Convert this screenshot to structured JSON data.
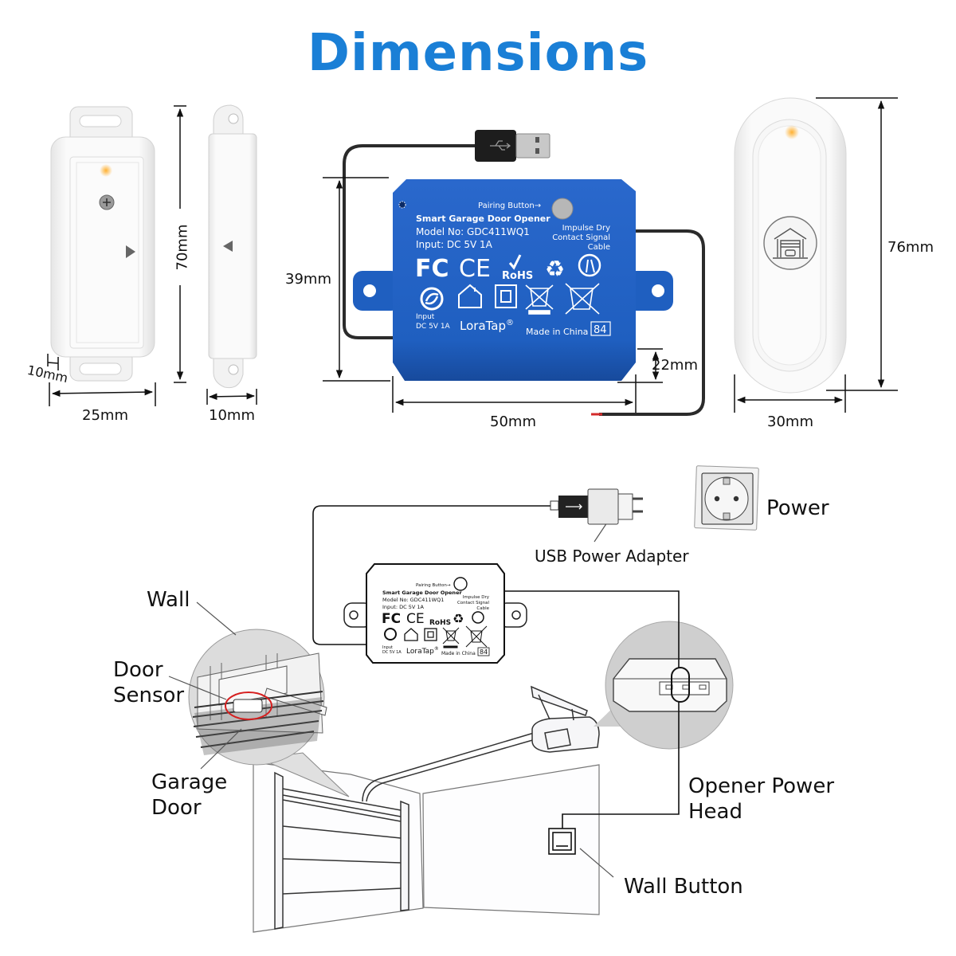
{
  "title": "Dimensions",
  "colors": {
    "title_blue": "#1a7fd6",
    "device_blue": "#1f5fc0",
    "led_orange": "#f5a030",
    "highlight_red": "#d62020"
  },
  "dimensions": {
    "door_sensor": {
      "height": "70mm",
      "width": "25mm",
      "thickness": "10mm"
    },
    "magnet": {
      "width": "10mm"
    },
    "controller": {
      "height": "39mm",
      "width": "50mm",
      "depth": "22mm"
    },
    "wall_remote": {
      "height": "76mm",
      "width": "30mm"
    }
  },
  "controller_label": {
    "pairing_button": "Pairing Button→",
    "product_name": "Smart Garage Door Opener",
    "model": "Model No: GDC411WQ1",
    "input": "Input: DC 5V 1A",
    "cable_note_1": "Impulse Dry",
    "cable_note_2": "Contact Signal",
    "cable_note_3": "Cable",
    "fcc": "FC",
    "ce": "CE",
    "rohs": "RoHS",
    "input_small_1": "Input",
    "input_small_2": "DC 5V 1A",
    "brand": "LoraTap",
    "registered": "®",
    "origin": "Made in China",
    "code": "84"
  },
  "installation": {
    "usb_adapter_label": "USB Power Adapter",
    "power_label": "Power",
    "wall_label": "Wall",
    "door_sensor_label_1": "Door",
    "door_sensor_label_2": "Sensor",
    "garage_door_label_1": "Garage",
    "garage_door_label_2": "Door",
    "opener_label_1": "Opener Power",
    "opener_label_2": "Head",
    "wall_button_label": "Wall Button"
  },
  "icons": [
    "usb-plug-icon",
    "fcc-icon",
    "ce-icon",
    "rohs-icon",
    "recycle-icon",
    "tidyman-icon",
    "green-dot-icon",
    "indoor-use-icon",
    "double-insulation-icon",
    "weee-bin-icon",
    "garage-icon",
    "screw-icon",
    "power-socket-icon"
  ]
}
